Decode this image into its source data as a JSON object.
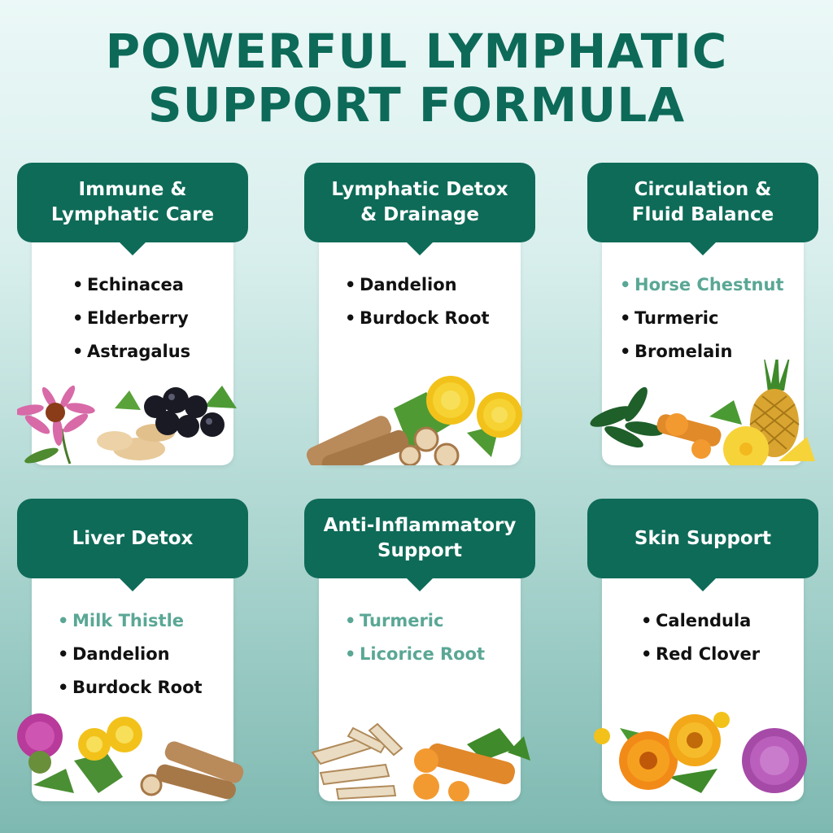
{
  "title_line1": "POWERFUL LYMPHATIC",
  "title_line2": "SUPPORT FORMULA",
  "colors": {
    "brand": "#0e6b58",
    "highlight": "#5aa795",
    "text": "#111111"
  },
  "cards": [
    {
      "title": "Immune & Lymphatic Care",
      "items": [
        "Echinacea",
        "Elderberry",
        "Astragalus"
      ]
    },
    {
      "title": "Lymphatic Detox & Drainage",
      "items": [
        "Dandelion",
        "Burdock Root"
      ]
    },
    {
      "title": "Circulation & Fluid Balance",
      "items": [
        "Horse Chestnut",
        "Turmeric",
        "Bromelain"
      ]
    },
    {
      "title": "Liver Detox",
      "items": [
        "Milk Thistle",
        "Dandelion",
        "Burdock Root"
      ]
    },
    {
      "title": "Anti-Inflammatory Support",
      "items": [
        "Turmeric",
        "Licorice Root"
      ]
    },
    {
      "title": "Skin Support",
      "items": [
        "Calendula",
        "Red Clover"
      ]
    }
  ],
  "icons": [
    "echinacea-elderberry-astragalus",
    "dandelion-burdock",
    "pineapple-turmeric-chestnut-leaves",
    "thistle-dandelion-burdock",
    "licorice-turmeric",
    "calendula-red-clover"
  ]
}
